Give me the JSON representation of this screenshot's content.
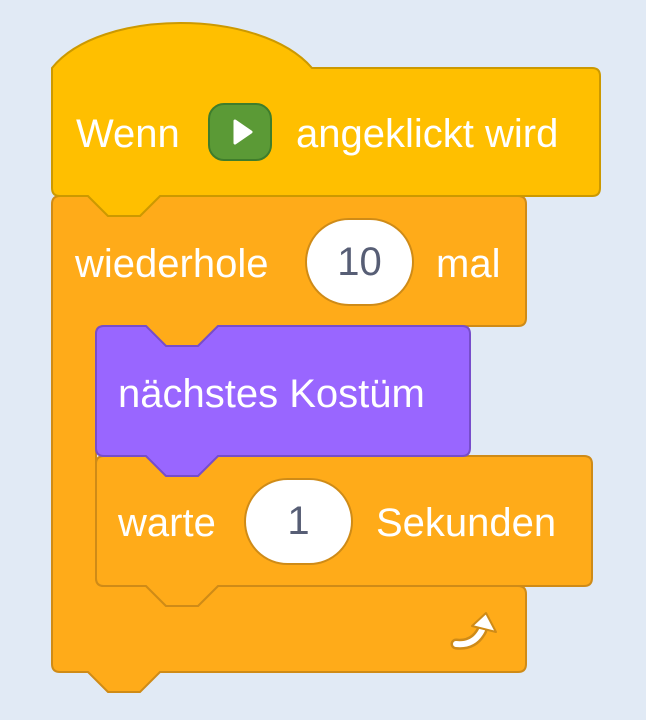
{
  "colors": {
    "background": "#e1eaf5",
    "events": "#ffbf00",
    "events_border": "#cc9900",
    "control": "#ffab19",
    "control_border": "#cf8b17",
    "looks": "#9966ff",
    "looks_border": "#774dcb",
    "flag_button": "#5b9a36",
    "input_text": "#575e75"
  },
  "script": {
    "hat_block": {
      "label_before": "Wenn",
      "icon": "green-flag-icon",
      "label_after": "angeklickt wird"
    },
    "repeat_block": {
      "label_before": "wiederhole",
      "count": "10",
      "label_after": "mal",
      "loop_icon": "rotate-arrow-icon",
      "body": {
        "costume_block": {
          "label": "nächstes Kostüm"
        },
        "wait_block": {
          "label_before": "warte",
          "seconds": "1",
          "label_after": "Sekunden"
        }
      }
    }
  }
}
